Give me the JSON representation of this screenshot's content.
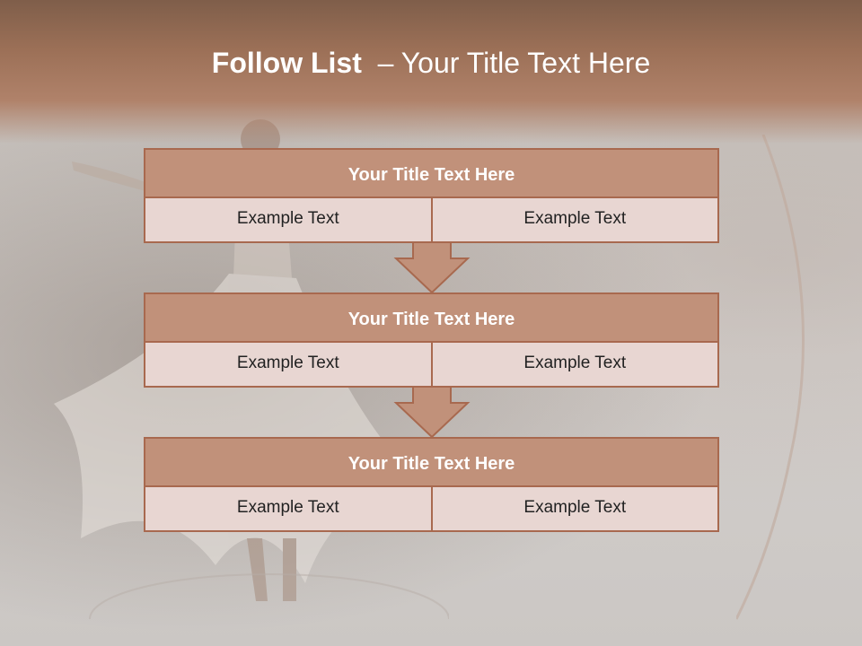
{
  "slide": {
    "title_bold": "Follow List",
    "title_rest": "  – Your Title Text Here",
    "blocks": [
      {
        "title": "Your Title Text Here",
        "left": "Example Text",
        "right": "Example Text"
      },
      {
        "title": "Your Title Text Here",
        "left": "Example Text",
        "right": "Example Text"
      },
      {
        "title": "Your Title Text Here",
        "left": "Example Text",
        "right": "Example Text"
      }
    ]
  },
  "colors": {
    "header": "#9c7057",
    "block_title": "#c1917a",
    "block_cell": "#e8d6d2",
    "border": "#a8694f"
  }
}
